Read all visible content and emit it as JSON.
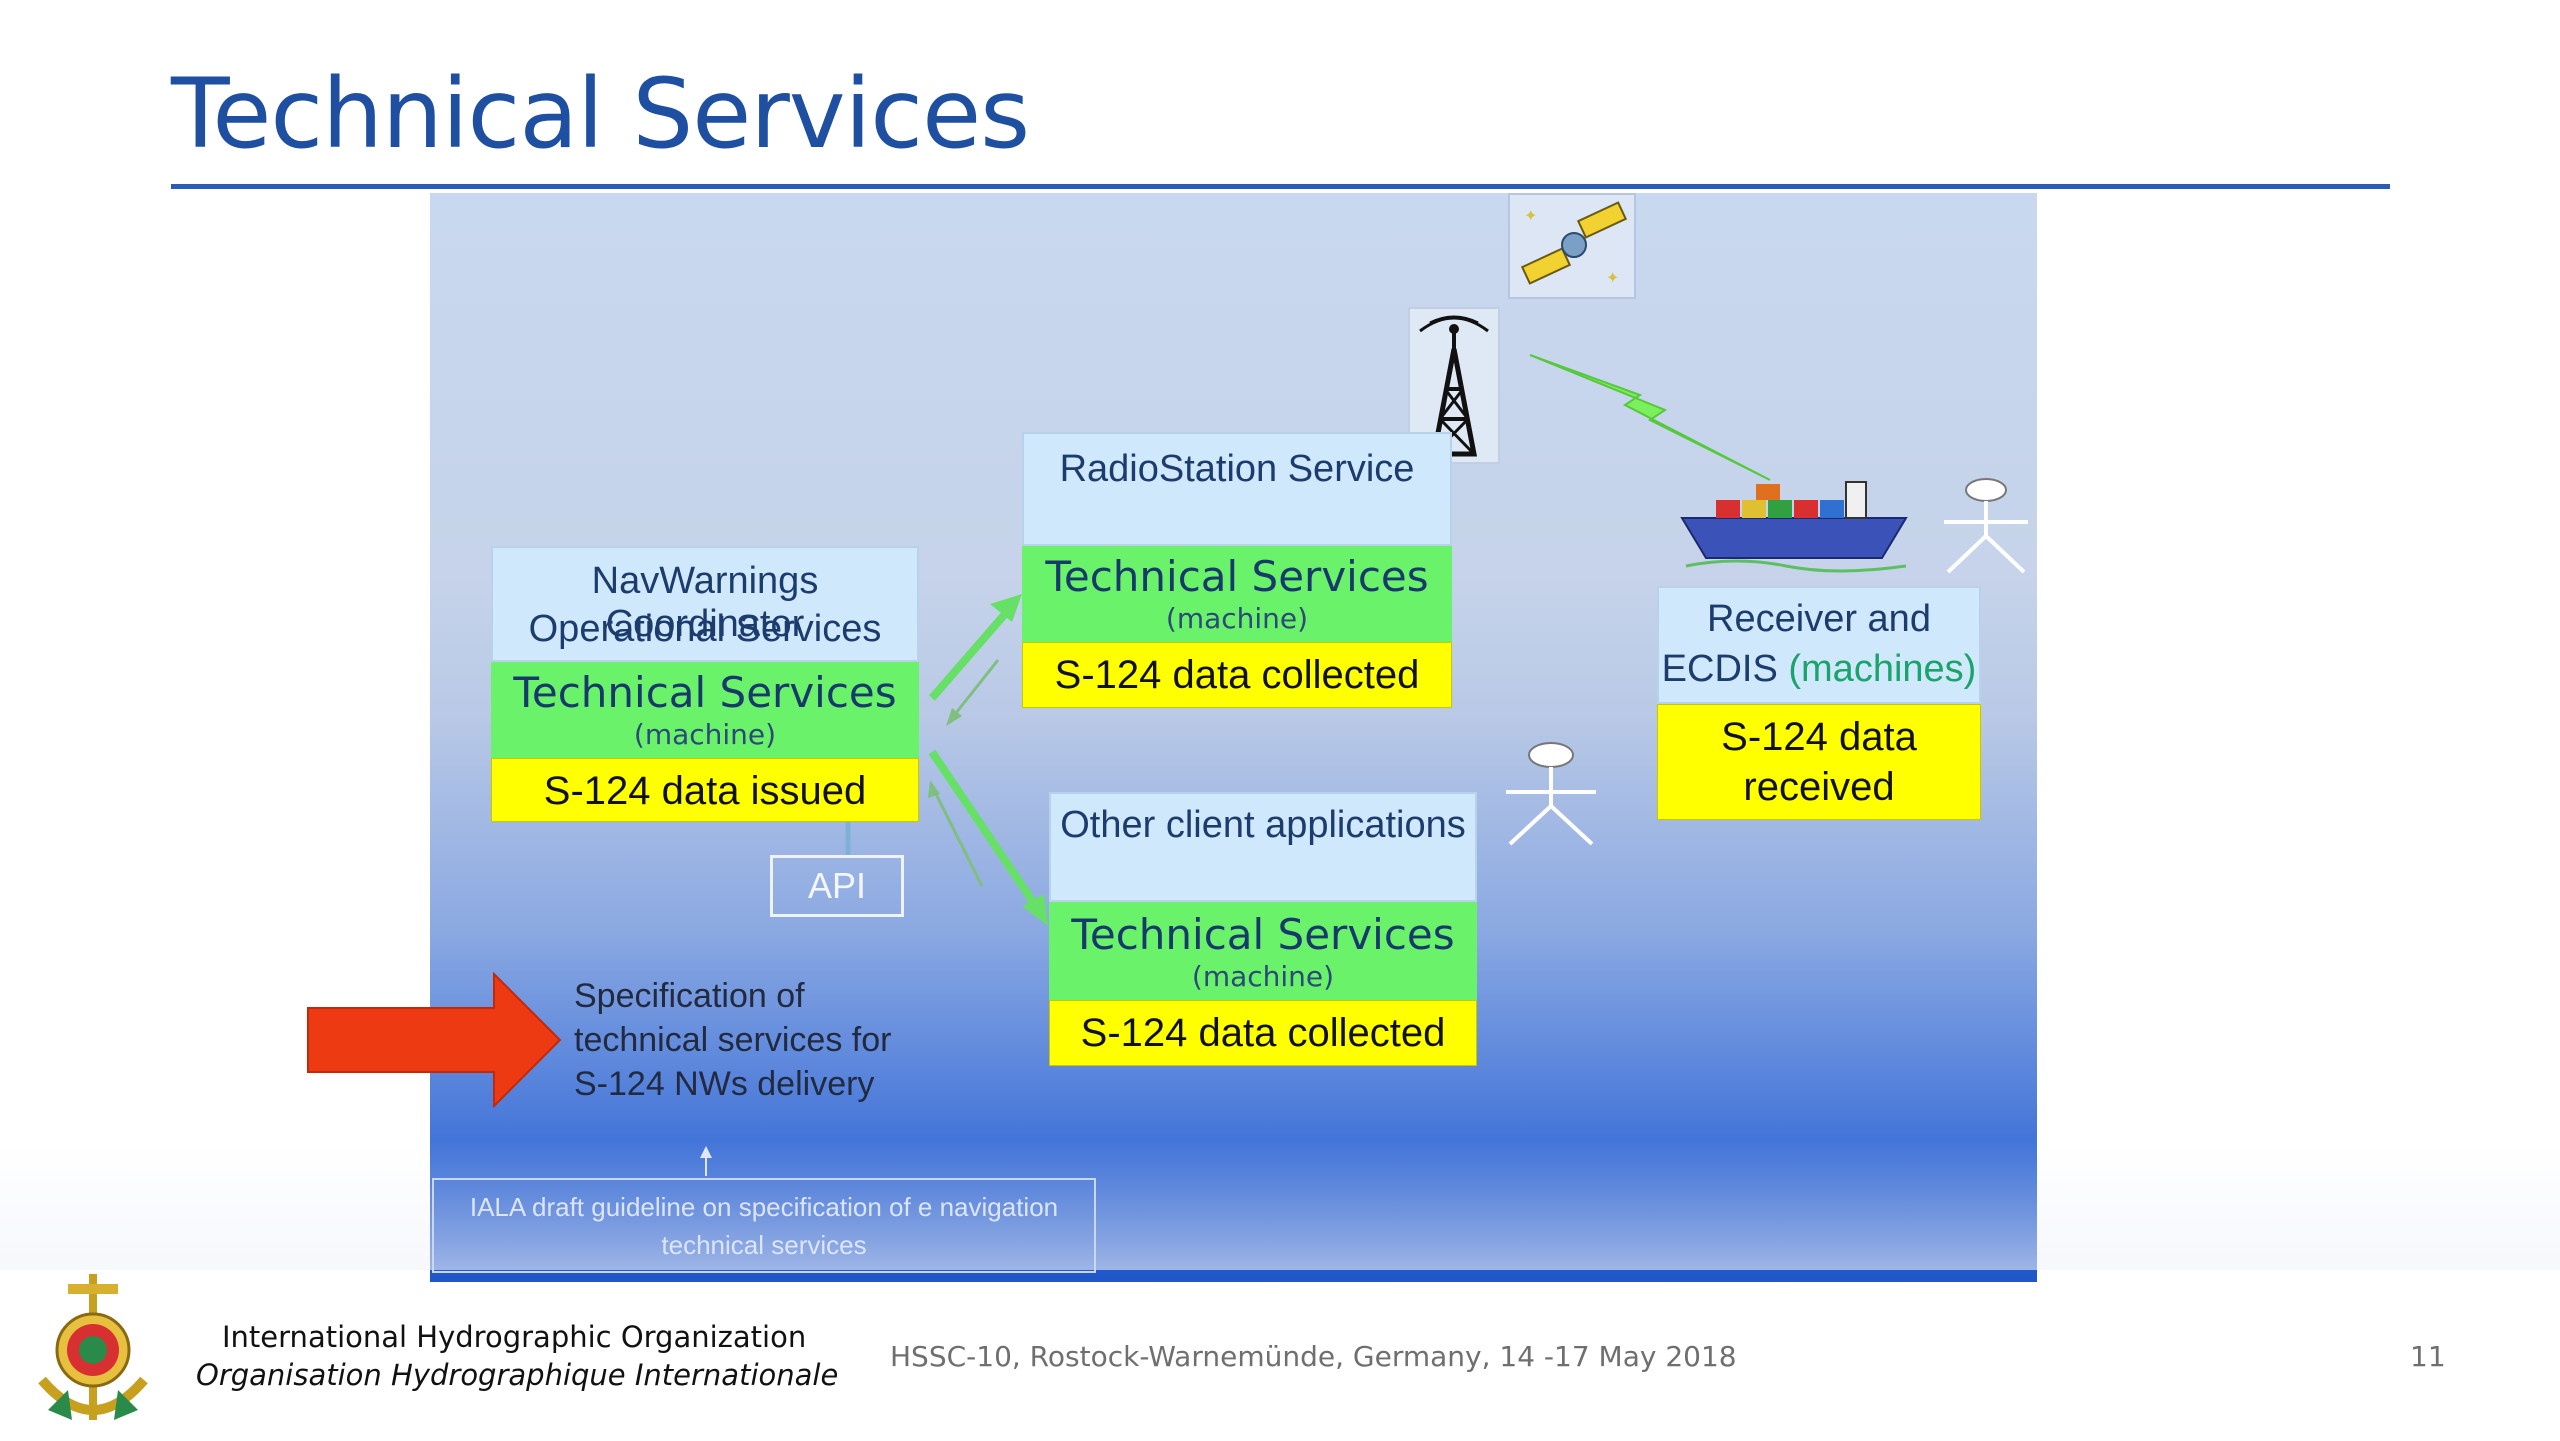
{
  "slide": {
    "title": "Technical Services"
  },
  "coordinator": {
    "heading_line1": "NavWarnings Coordinator",
    "heading_line2": "Operational Services",
    "tech_label": "Technical Services",
    "tech_sub": "(machine)",
    "status": "S-124 data issued"
  },
  "api": {
    "label": "API"
  },
  "radio_station": {
    "heading": "RadioStation Service",
    "tech_label": "Technical Services",
    "tech_sub": "(machine)",
    "status": "S-124 data collected"
  },
  "other_clients": {
    "heading": "Other client applications",
    "tech_label": "Technical Services",
    "tech_sub": "(machine)",
    "status": "S-124 data collected"
  },
  "receiver": {
    "heading_line1": "Receiver and",
    "heading_line2_prefix": "ECDIS ",
    "heading_line2_accent": "(machines)",
    "status_line1": "S-124 data",
    "status_line2": "received"
  },
  "specification": {
    "line1": "Specification of",
    "line2": "technical services for",
    "line3": "S-124 NWs delivery"
  },
  "iala": {
    "line1": "IALA draft guideline on specification of e navigation",
    "line2": "technical services"
  },
  "footer": {
    "org_en": "International Hydrographic Organization",
    "org_fr": "Organisation Hydrographique Internationale",
    "event": "HSSC-10, Rostock-Warnemünde, Germany, 14 -17 May 2018",
    "page": "11"
  },
  "colors": {
    "title_blue": "#1f4fa0",
    "tech_green": "#6af26a",
    "status_yellow": "#ffff00",
    "heading_lightblue": "#cfe8fb",
    "arrow_red": "#ee3a12",
    "machines_green": "#1aa36a"
  },
  "icons": [
    "satellite-icon",
    "radio-tower-icon",
    "lightning-signal-icon",
    "ship-icon",
    "stick-figure-icon",
    "iho-logo-icon",
    "red-arrow-icon"
  ]
}
